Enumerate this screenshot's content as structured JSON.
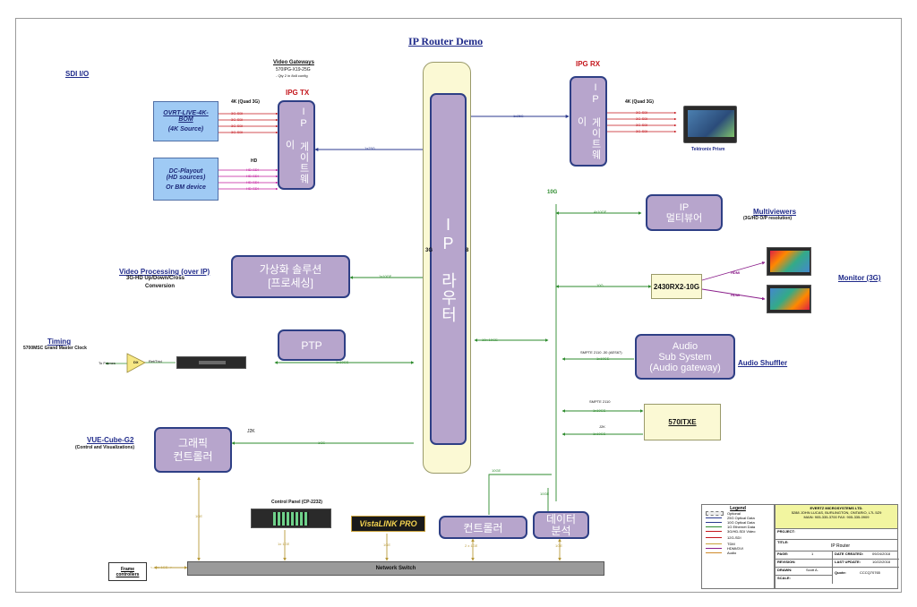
{
  "title": "IP Router Demo",
  "sections": {
    "sdi_io": "SDI I/O",
    "timing": "Timing",
    "timing_sub": "5700MSC Grand Master Clock",
    "video_processing": "Video Processing (over IP)",
    "video_processing_sub1": "3G-HD Up/Down/Cross",
    "video_processing_sub2": "Conversion",
    "vue_cube": "VUE-Cube-G2",
    "vue_cube_sub": "(Control and Visualizations)",
    "monitor": "Monitor (3G)",
    "multiviewers": "Multiviewers",
    "multiviewers_sub": "(3G/HD O/P resolution)",
    "audio_shuffler": "Audio Shuffler",
    "video_gateways": "Video Gateways",
    "video_gateways_sub1": "570IPG-X19-25G",
    "video_gateways_sub2": "- Qty 2 in 8x8 config",
    "ipg_tx": "IPG TX",
    "ipg_rx": "IPG RX",
    "tektronix": "Tektronix Prism",
    "to_frames": "To Frames",
    "control_panel": "Control Panel (CP-2232)",
    "vistalink": "VistaLINK PRO",
    "frame_controllers": "Frame controllers",
    "network_switch": "Network Switch"
  },
  "sources": {
    "ovrt_line1": "OVRT-LIVE-4K-",
    "ovrt_line2": "BOM",
    "ovrt_line3": "(4K Source)",
    "dc_line1": "DC-Playout",
    "dc_line2": "(HD sources)",
    "dc_line3": "Or BM device"
  },
  "blocks": {
    "ip_gateway_tx": "IP 게이트웨이",
    "ip_gateway_rx": "IP 게이트웨이",
    "ip_router": "IP 라우터",
    "router_left_label": "3G",
    "router_right_label": "8",
    "virtualization_line1": "가상화 솔루션",
    "virtualization_line2": "[프로세싱]",
    "ptp": "PTP",
    "graphic_line1": "그래픽",
    "graphic_line2": "컨트롤러",
    "ip_multiviewer_line1": "IP",
    "ip_multiviewer_line2": "멀티뷰어",
    "audio_line1": "Audio",
    "audio_line2": "Sub System",
    "audio_line3": "(Audio gateway)",
    "controller": "컨트롤러",
    "data_line1": "데이터",
    "data_line2": "분석",
    "rx2430": "2430RX2-10G",
    "itxe": "570ITXE",
    "dx": "DX"
  },
  "links": {
    "quad4k_tx": "4K (Quad 3G)",
    "quad4k_rx": "4K (Quad 3G)",
    "hd": "HD",
    "sdi3g": "3G-SDI",
    "hdsdi": "HD-SDI",
    "tx_25g": "1x25G",
    "rx_25g": "1x25G",
    "virt_10ge": "1x10GE",
    "ptp_10ge": "1x10GE",
    "router_10ge": "10x 10GE",
    "gfx_1ge": "1GE",
    "j2k_gfx": "J2K",
    "bus_10g": "10G",
    "mv_10ge": "4x10GE",
    "rx_10g": "10G",
    "hdmi": "HDMI",
    "smpte_aes": "SMPTE 2110 -30 (AES67)",
    "audio_10ge": "1x10GE",
    "smpte2110": "SMPTE 2110",
    "itxe_10ge_a": "1x10GE",
    "j2k": "J2K",
    "itxe_10ge_b": "1x10GE",
    "ctrl_10ge": "10GE",
    "data_10ge": "10GE",
    "gfx_switch_1ge": "1GE",
    "cp_1ge": "1x 1GE",
    "vl_1ge": "1GE",
    "ctrl_2x1ge": "2 x 1GE",
    "data_1ge": "1GE",
    "frames_nx1ge": "<-- nx 1GE-->",
    "ref_tricl": "Ref/Tricl"
  },
  "legend": {
    "title": "Legend",
    "items": [
      {
        "label": "Optional",
        "color": "#b5b5b5"
      },
      {
        "label": "25G Optical Data",
        "color": "#2b3a8f"
      },
      {
        "label": "10G Optical Data",
        "color": "#2b3a8f"
      },
      {
        "label": "1G Ethernet Data",
        "color": "#2e8b2e"
      },
      {
        "label": "3G/HD-SDI Video",
        "color": "#c4161c"
      },
      {
        "label": "12G-SDI",
        "color": "#c4161c"
      },
      {
        "label": "TDM",
        "color": "#c9a23c"
      },
      {
        "label": "HDMI/DVI",
        "color": "#8b1f8b"
      },
      {
        "label": "Audio",
        "color": "#d08a2a"
      }
    ]
  },
  "titleblock": {
    "company": "EVERTZ MICROSYSTEMS LTD.",
    "address": "5288 JOHN LUCAS, BURLINGTON, ONTARIO, L7L 5Z9",
    "phone": "MAIN: 905-335-3700    FAX: 905-335-0909",
    "project_label": "PROJECT:",
    "title_label": "TITLE:",
    "title_value": "IP Router",
    "page_label": "PAGE:",
    "page_value": "1",
    "date_created_label": "DATE CREATED:",
    "date_created_value": "09/24/2018",
    "revision_label": "REVISION:",
    "last_update_label": "LAST UPDATE:",
    "last_update_value": "10/22/2018",
    "drawn_label": "DRAWN:",
    "drawn_value": "Scott A.",
    "quote_label": "Quote:",
    "quote_value": "CCCQ70765",
    "scale_label": "SCALE:"
  },
  "colors": {
    "block_fill": "#b7a5cc",
    "block_border": "#2e3f85",
    "router_fill": "#fbf9d4",
    "source_fill": "#9fcaf4",
    "sdi_red": "#c4161c",
    "hd_magenta": "#c21a9b",
    "ethernet_green": "#2e8b2e",
    "optical_blue": "#2b3a8f",
    "tdm_gold": "#b89a3a",
    "hdmi_purple": "#8b1f8b"
  }
}
